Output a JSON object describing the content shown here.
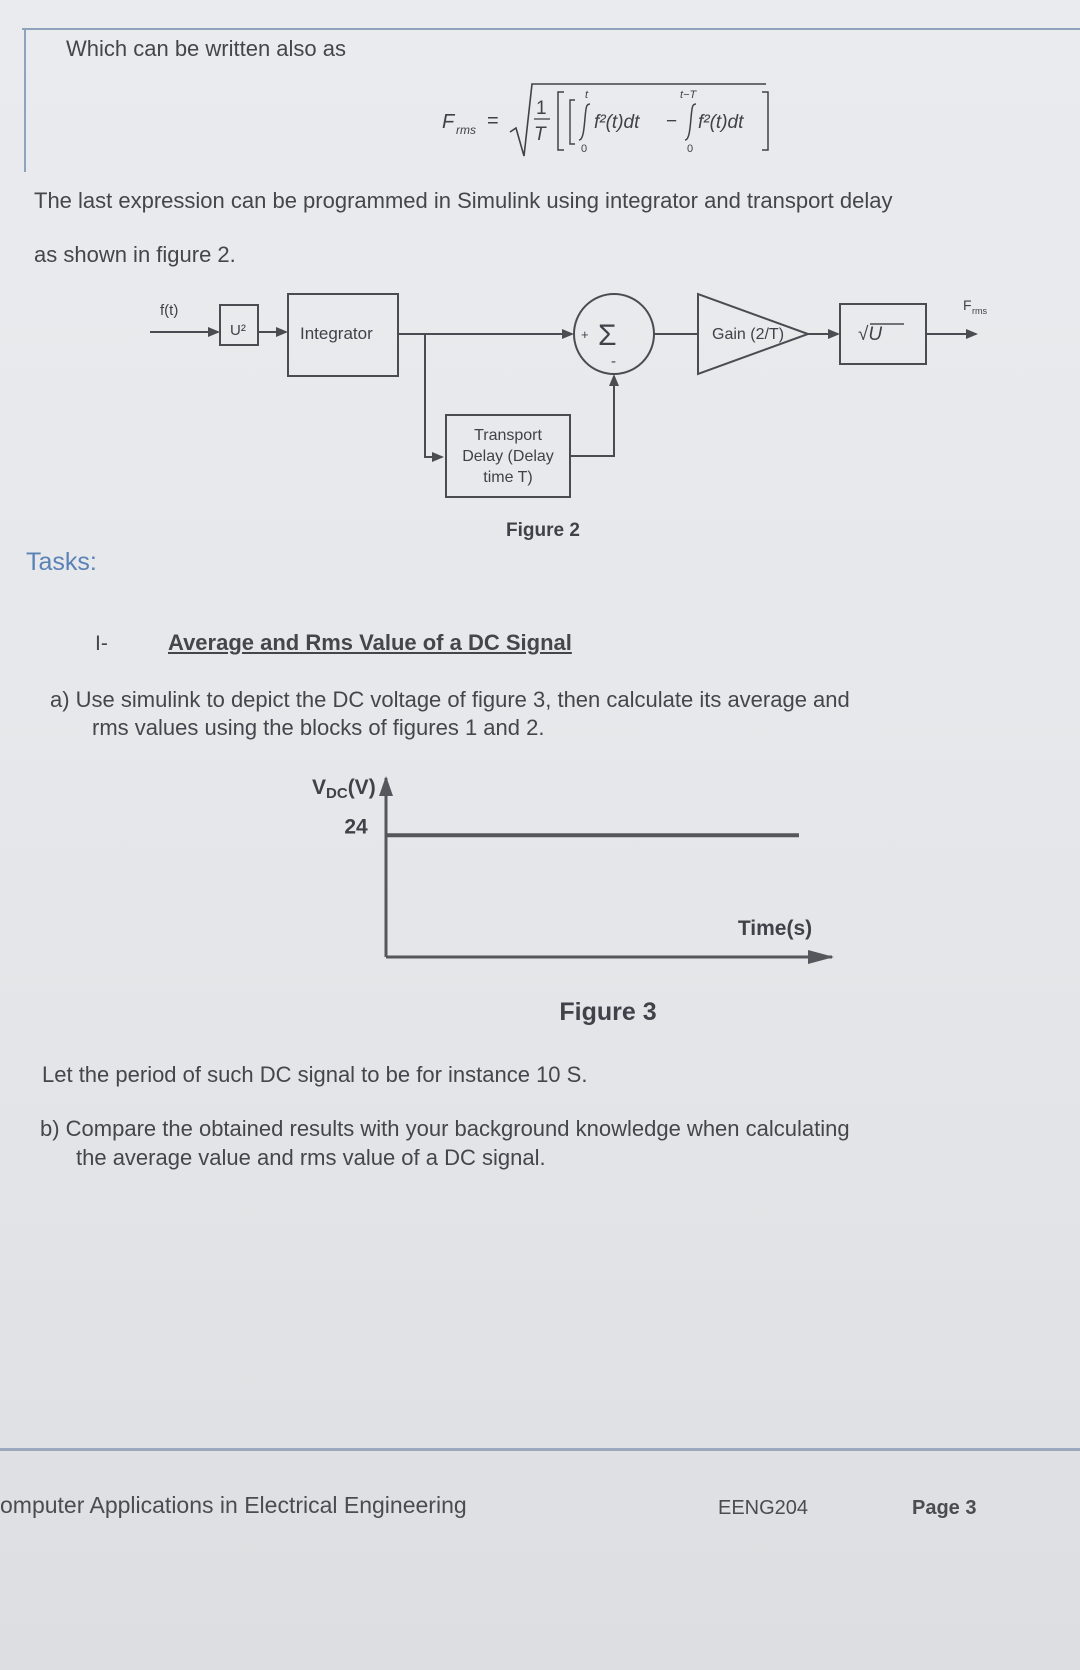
{
  "intro_line": "Which can be written also as",
  "formula": {
    "lhs": "F",
    "lhs_sub": "rms",
    "equals": "=",
    "fraction_num": "1",
    "fraction_den": "T",
    "integral1_upper": "t",
    "integral1_lower": "0",
    "integrand1": "f²(t)dt",
    "minus": "−",
    "integral2_upper": "t−T",
    "integral2_lower": "0",
    "integrand2": "f²(t)dt"
  },
  "paragraph1_line1": "The last  expression can be programmed in Simulink using integrator and transport delay",
  "paragraph1_line2": "as shown in figure 2.",
  "figure2": {
    "input_label": "f(t)",
    "square_block": "U²",
    "integrator_block": "Integrator",
    "sum_symbol": "Σ",
    "sum_plus": "+",
    "sum_minus": "-",
    "gain_block": "Gain (2/T)",
    "sqrt_block": "√U",
    "output_label": "F",
    "output_label_sub": "rms",
    "delay_line1": "Transport",
    "delay_line2": "Delay (Delay",
    "delay_line3": "time T)",
    "caption": "Figure 2"
  },
  "tasks_heading": "Tasks:",
  "section": {
    "number": "I-",
    "title": "Average and Rms Value of a DC Signal"
  },
  "task_a_line1": "a)  Use simulink to depict the DC voltage of  figure 3, then  calculate its average and",
  "task_a_line2": "rms values using the blocks of figures 1 and 2.",
  "chart_data": {
    "type": "line",
    "ylabel": "V",
    "ylabel_sub": "DC",
    "ylabel_unit": "(V)",
    "xlabel": "Time(s)",
    "y_ticks": [
      "24"
    ],
    "series": [
      {
        "x": [
          0,
          1
        ],
        "y": [
          24,
          24
        ]
      }
    ],
    "ylim": [
      0,
      30
    ],
    "xlim": [
      0,
      1.08
    ],
    "grid": false,
    "caption": "Figure 3"
  },
  "period_line": "Let the period of such DC signal  to be for instance 10 S.",
  "task_b_line1": "b)  Compare the obtained results with your background knowledge when calculating",
  "task_b_line2": "the average value and rms value of a DC signal.",
  "footer": {
    "course": "omputer Applications in Electrical Engineering",
    "code": "EENG204",
    "page": "Page 3"
  }
}
